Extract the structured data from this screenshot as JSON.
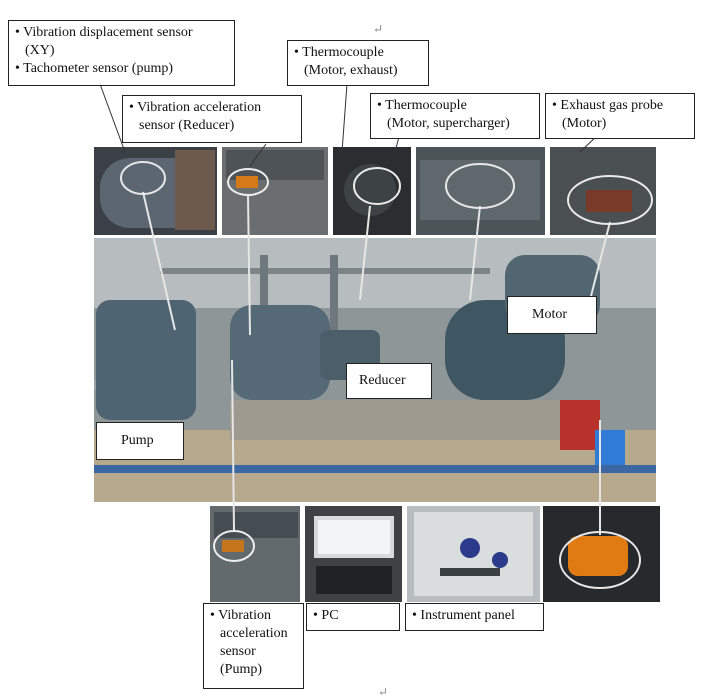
{
  "labels": {
    "vib_disp": {
      "lines": [
        "• Vibration displacement sensor",
        "(XY)",
        "• Tachometer sensor (pump)"
      ]
    },
    "vib_acc_reducer": {
      "lines": [
        "• Vibration acceleration",
        "sensor (Reducer)"
      ]
    },
    "thermo_exhaust": {
      "lines": [
        "• Thermocouple",
        "(Motor, exhaust)"
      ]
    },
    "thermo_super": {
      "lines": [
        "• Thermocouple",
        "(Motor, supercharger)"
      ]
    },
    "exhaust_probe": {
      "lines": [
        "• Exhaust gas probe",
        "(Motor)"
      ]
    },
    "motor": {
      "text": "Motor"
    },
    "reducer": {
      "text": "Reducer"
    },
    "pump": {
      "text": "Pump"
    },
    "vib_acc_pump": {
      "lines": [
        "• Vibration",
        "acceleration",
        "sensor",
        "(Pump)"
      ]
    },
    "pc": {
      "text": "• PC"
    },
    "instrument": {
      "text": "• Instrument panel"
    }
  },
  "marks": {
    "return": "↵"
  }
}
